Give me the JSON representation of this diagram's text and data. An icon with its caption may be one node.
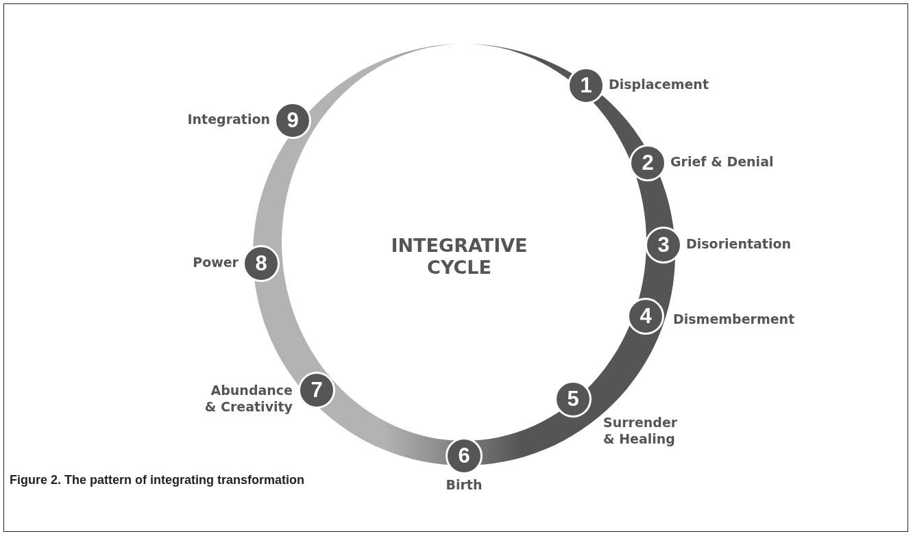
{
  "diagram": {
    "caption": "Figure 2. The pattern of integrating transformation",
    "nodes": [
      {
        "text": [
          "1"
        ],
        "beside": [
          "Displacement"
        ]
      },
      {
        "text": [
          "2"
        ],
        "beside": [
          "Grief & Denial"
        ]
      },
      {
        "text": [
          "3"
        ],
        "beside": [
          "Disorientation"
        ]
      },
      {
        "text": [
          "4"
        ],
        "beside": [
          "Dismemberment"
        ]
      },
      {
        "text": [
          "5"
        ],
        "beside": [
          "Surrender & Healing"
        ]
      },
      {
        "text": [
          "6"
        ],
        "beside": [
          "Birth"
        ]
      },
      {
        "text": [
          "7"
        ],
        "beside": [
          "Abundance & Creativity"
        ]
      },
      {
        "text": [
          "8"
        ],
        "beside": [
          "Power"
        ]
      },
      {
        "text": [
          "9"
        ],
        "beside": [
          "Integration"
        ]
      }
    ],
    "labels": [
      "INTEGRATIVE CYCLE"
    ]
  }
}
